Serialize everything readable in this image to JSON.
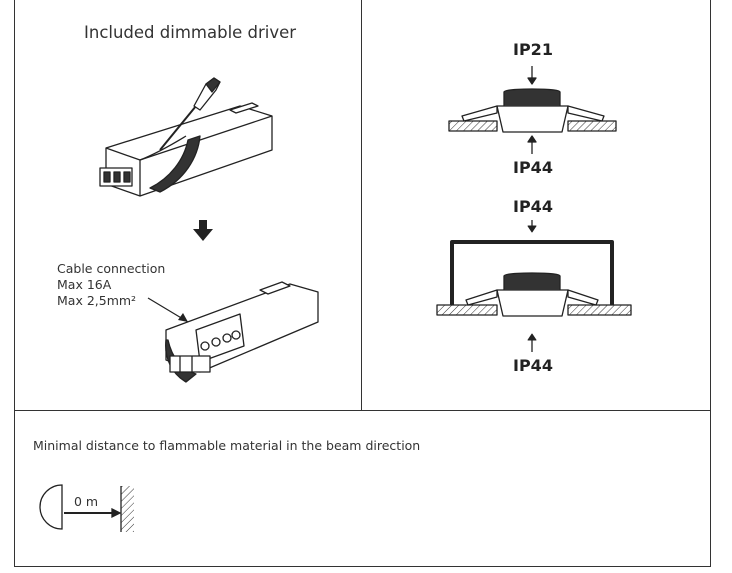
{
  "left_panel": {
    "title": "Included dimmable driver",
    "cable_lines": [
      "Cable connection",
      "Max 16A",
      "Max 2,5mm²"
    ]
  },
  "right_panel": {
    "top_label_above": "IP21",
    "top_label_below": "IP44",
    "bottom_label_above": "IP44",
    "bottom_label_below": "IP44"
  },
  "bottom_panel": {
    "note": "Minimal distance to flammable material in the beam direction",
    "distance_label": "0 m"
  },
  "icons": [
    "driver-with-screwdriver-icon",
    "down-arrow-icon",
    "open-driver-terminal-icon",
    "downlight-section-icon",
    "hatched-wall-icon",
    "lamp-beam-icon"
  ]
}
